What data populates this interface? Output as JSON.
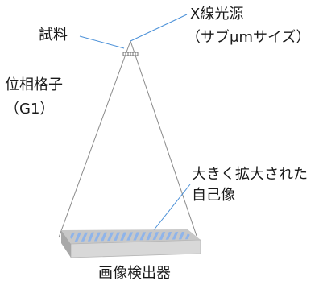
{
  "labels": {
    "sample": "試料",
    "xray_source_line1": "X線光源",
    "xray_source_line2": "（サブμmサイズ）",
    "phase_grating_line1": "位相格子",
    "phase_grating_line2": "（G1）",
    "magnified_image_line1": "大きく拡大された",
    "magnified_image_line2": "自己像",
    "detector": "画像検出器"
  },
  "colors": {
    "text": "#1a1a1a",
    "cone_line": "#8a8a8a",
    "leader_line": "#4a90d8",
    "detector_top": "#c8c8c8",
    "detector_front": "#d8d8d8",
    "detector_side": "#a8a8a8",
    "fringe_stripe": "#8fb4ea",
    "grating": "#555555"
  }
}
